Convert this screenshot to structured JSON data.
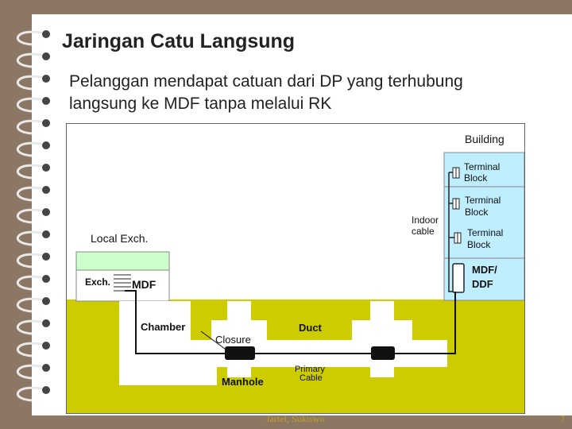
{
  "slide": {
    "title": "Jaringan Catu Langsung",
    "body_line_1": "Pelanggan mendapat catuan dari DP yang terhubung",
    "body_line_2": "langsung ke MDF tanpa melalui RK",
    "footer": "Jartel, Sukiswo",
    "page_number": "7"
  },
  "diagram": {
    "building": "Building",
    "terminal_block_1_line1": "Terminal",
    "terminal_block_1_line2": "Block",
    "terminal_block_2_line1": "Terminal",
    "terminal_block_2_line2": "Block",
    "terminal_block_3_line1": "Terminal",
    "terminal_block_3_line2": "Block",
    "indoor_cable_line1": "Indoor",
    "indoor_cable_line2": "cable",
    "local_exch": "Local Exch.",
    "exch": "Exch.",
    "mdf": "MDF",
    "mdf_ddf_line1": "MDF/",
    "mdf_ddf_line2": "DDF",
    "chamber": "Chamber",
    "closure": "Closure",
    "duct": "Duct",
    "manhole": "Manhole",
    "primary_cable_line1": "Primary",
    "primary_cable_line2": "Cable"
  },
  "colors": {
    "ground": "#cccc00",
    "building_fill": "#bfeeff",
    "exchange_fill": "#ccffcc",
    "background_frame": "#8b7763"
  }
}
